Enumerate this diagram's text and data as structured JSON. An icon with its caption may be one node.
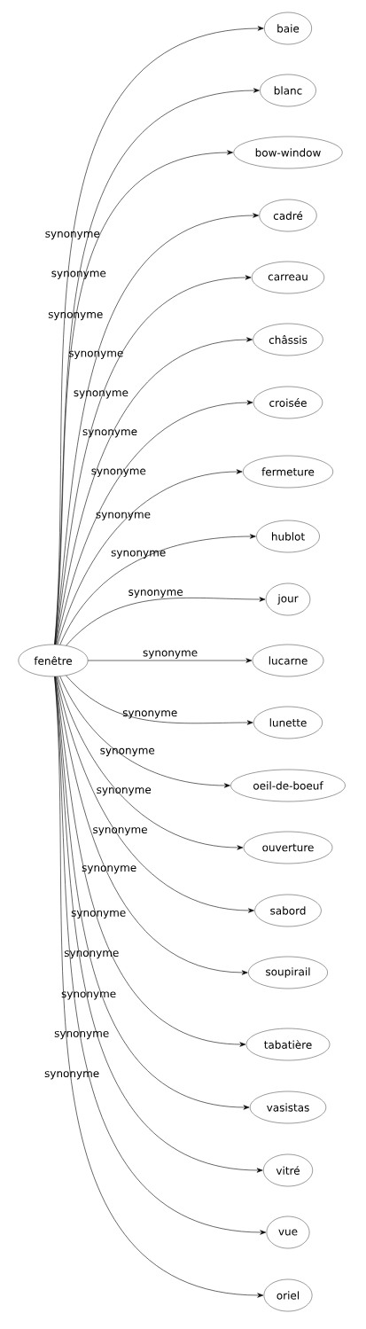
{
  "diagram": {
    "nodes": [
      {
        "text": [
          "fenêtre"
        ]
      },
      {
        "text": [
          "baie"
        ]
      },
      {
        "text": [
          "blanc"
        ]
      },
      {
        "text": [
          "bow-window"
        ]
      },
      {
        "text": [
          "cadré"
        ]
      },
      {
        "text": [
          "carreau"
        ]
      },
      {
        "text": [
          "châssis"
        ]
      },
      {
        "text": [
          "croisée"
        ]
      },
      {
        "text": [
          "fermeture"
        ]
      },
      {
        "text": [
          "hublot"
        ]
      },
      {
        "text": [
          "jour"
        ]
      },
      {
        "text": [
          "lucarne"
        ]
      },
      {
        "text": [
          "lunette"
        ]
      },
      {
        "text": [
          "oeil-de-boeuf"
        ]
      },
      {
        "text": [
          "ouverture"
        ]
      },
      {
        "text": [
          "sabord"
        ]
      },
      {
        "text": [
          "soupirail"
        ]
      },
      {
        "text": [
          "tabatière"
        ]
      },
      {
        "text": [
          "vasistas"
        ]
      },
      {
        "text": [
          "vitré"
        ]
      },
      {
        "text": [
          "vue"
        ]
      },
      {
        "text": [
          "oriel"
        ]
      }
    ],
    "edges": [
      {
        "from": 0,
        "to": 1,
        "arrow": "to",
        "label": "synonyme"
      },
      {
        "from": 0,
        "to": 2,
        "arrow": "to",
        "label": "synonyme"
      },
      {
        "from": 0,
        "to": 3,
        "arrow": "to",
        "label": "synonyme"
      },
      {
        "from": 0,
        "to": 4,
        "arrow": "to",
        "label": "synonyme"
      },
      {
        "from": 0,
        "to": 5,
        "arrow": "to",
        "label": "synonyme"
      },
      {
        "from": 0,
        "to": 6,
        "arrow": "to",
        "label": "synonyme"
      },
      {
        "from": 0,
        "to": 7,
        "arrow": "to",
        "label": "synonyme"
      },
      {
        "from": 0,
        "to": 8,
        "arrow": "to",
        "label": "synonyme"
      },
      {
        "from": 0,
        "to": 9,
        "arrow": "to",
        "label": "synonyme"
      },
      {
        "from": 0,
        "to": 10,
        "arrow": "to",
        "label": "synonyme"
      },
      {
        "from": 0,
        "to": 11,
        "arrow": "to",
        "label": "synonyme"
      },
      {
        "from": 0,
        "to": 12,
        "arrow": "to",
        "label": "synonyme"
      },
      {
        "from": 0,
        "to": 13,
        "arrow": "to",
        "label": "synonyme"
      },
      {
        "from": 0,
        "to": 14,
        "arrow": "to",
        "label": "synonyme"
      },
      {
        "from": 0,
        "to": 15,
        "arrow": "to",
        "label": "synonyme"
      },
      {
        "from": 0,
        "to": 16,
        "arrow": "to",
        "label": "synonyme"
      },
      {
        "from": 0,
        "to": 17,
        "arrow": "to",
        "label": "synonyme"
      },
      {
        "from": 0,
        "to": 18,
        "arrow": "to",
        "label": "synonyme"
      },
      {
        "from": 0,
        "to": 19,
        "arrow": "to",
        "label": "synonyme"
      },
      {
        "from": 0,
        "to": 20,
        "arrow": "to",
        "label": "synonyme"
      },
      {
        "from": 0,
        "to": 21,
        "arrow": "to",
        "label": "synonyme"
      }
    ]
  }
}
